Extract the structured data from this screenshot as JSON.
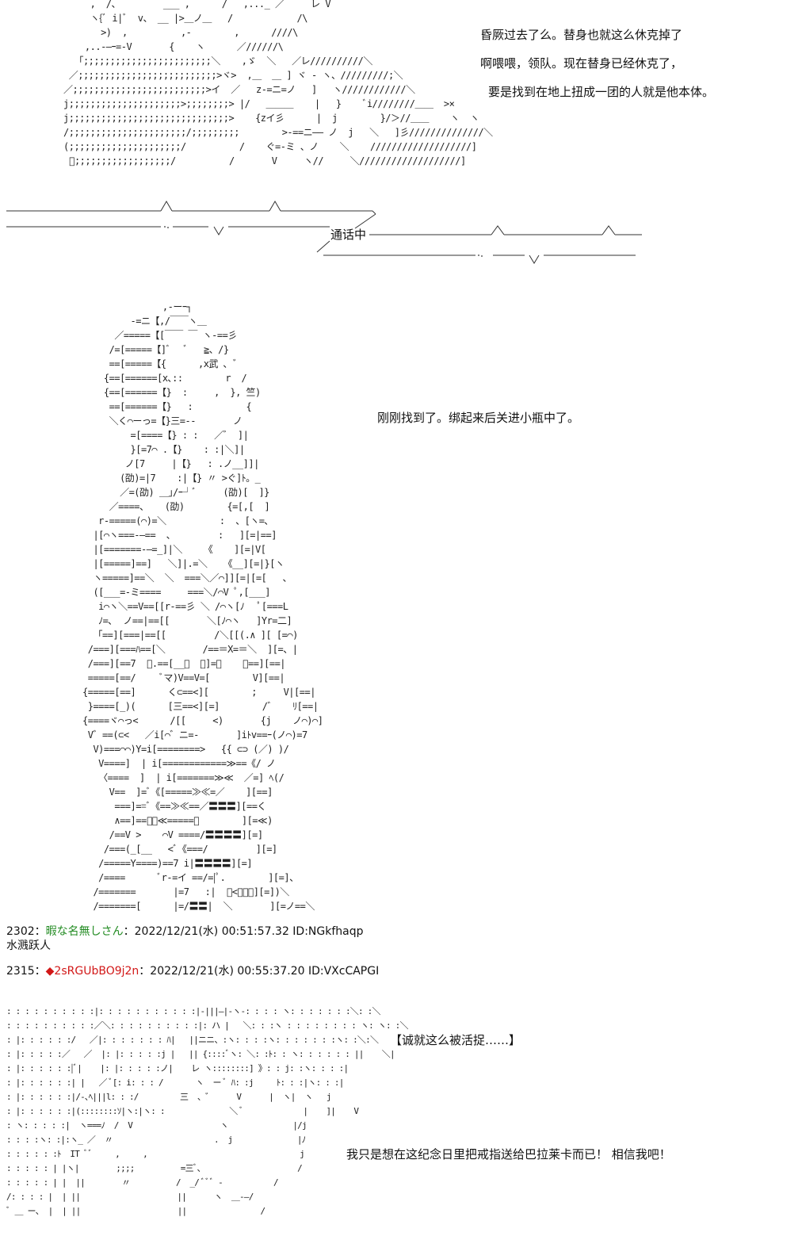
{
  "panel1": {
    "ascii_art_lines": [
      "     ,  /、        ___ ,      /   ,..._ ／     レ V",
      "     ヽ{ﾞ i|ﾞ  v、 __ |>＿ノ＿   /            /\\",
      "       >)  ,          ,-        ,      ////\\",
      "    ,..-―ｰ=-V       {    ヽ      ／//////\\",
      "  「;;;;;;;;;;;;;;;;;;;;;;;;＼    ,ゞ  ＼   ／レ//////////＼",
      " ／;;;;;;;;;;;;;;;;;;;;;;;;;;>ヾ>  ,＿  ＿ ] ヾ ‐ ヽ、/////////;＼",
      "／;;;;;;;;;;;;;;;;;;;;;;;;;>イ  ／   z-=ニ=ノ   ]   ヽ////////////＼",
      "j;;;;;;;;;;;;;;;;;;;;;>;;;;;;;;> |/   ＿＿＿    |   }    ﾞi////////＿＿  >×",
      "j;;;;;;;;;;;;;;;;;;;;;;;;;;;;;;>    {zイ彡      |  j        }/＞//＿＿    ヽ  ヽ",
      "/;;;;;;;;;;;;;;;;;;;;;;/;;;;;;;;;        >-==ニ―― ノ  j   ＼   ]彡//////////////＼",
      "(;;;;;;;;;;;;;;;;;;;;;/          /    ぐ=-ミ 、ノ    ＼    ///////////////////]",
      " ﾞ;;;;;;;;;;;;;;;;;;/          /       V     ヽ//     ＼///////////////////]"
    ],
    "dialog_lines": [
      "昏厥过去了么。替身也就这么休克掉了",
      "啊喂喂，领队。现在替身已经休克了，",
      "要是找到在地上扭成一团的人就是他本体。"
    ]
  },
  "phone_call": {
    "label": "通话中"
  },
  "panel2": {
    "ascii_art_lines": [
      "               ,‐ーｰ┐",
      "         -=ニ【,/￣￣ヽ＿",
      "      ／=====【[￣￣ ￣ ヽ-==彡",
      "     /=[=====【]ﾞ   ﾞ   ≧、/}",
      "     ==[=====【{      ,x武 ､ ゛",
      "    {==[======[x､::        r  /",
      "    {==[======【}  :     ,  }, 竺)",
      "     ==[======【}   :          {",
      "     ＼く⌒ーっ=【}三=--       ノ",
      "         =[====【} : :   ／゛ ]|",
      "         }[=7⌒ .【}    : :|＼]|",
      "        ノ[7     |【}   : .ノ__]]|",
      "       (劭)=|7    :|【} 〃 >ぐ]ﾄ。_",
      "       ／=(劭) ＿｣/ｰ┘ﾞ     (劭)[  ]}",
      "     ／====、   (劭)        {=[,[  ]",
      "   r-=====(⌒)=＼          :  、[ヽ=､",
      "  |[⌒ヽ===-―==  、        :   ][=|==]",
      "  |[=======‐―=_]|＼    《    ][=|V[",
      "  |[=====]==]   ＼]|.=＼   《__][=|}[ヽ",
      "  ヽ=====]==＼  ＼  ===＼／⌒]][=|[=[   、",
      "  ([___=-ミ====     ===＼/⌒V ﾟ,[___]",
      "   i⌒ヽ＼==V==[[r-==彡 ＼ /⌒ヽ[ﾉ   ﾟ[===L",
      "   ﾉ=､  ノ==|==[[       ＼[ﾉ⌒ヽ   ]Yr=二]",
      "  「==][===|==[[         /＼[[(.∧ ][ [=⌒)",
      " /===][===ﾊ==[＼       /==＝X=＝＼  ][=、|",
      " /===][==7  ﾟ.==[__＼  ／]=／    ＼==][==|",
      " =====[==/     ﾞマ)V==V=[        V][==|",
      "{=====[==]      く⊂==<][        ;     V|[==|",
      " }====[_)(      [三==<][=]        /゛   ﾘ[==|",
      "{====ヾ⌒っ<      /[[     <)       {j    ノ⌒)⌒]",
      " V゛==(⊂<   ／i[⌒゛ニ=-       ]iﾄv==ｰ(ノ⌒)=7",
      "  V)===⌒⌒)Y=i[========>   {{ ⊂⊃ (／) )/",
      "   V====]  | i[============≫==《/ ノ",
      "   〈====  ]  | i[=======≫≪  ／=] ﾍ(/",
      "     V==  ]=ﾞ《[=====≫≪=／    ][==]",
      "      ===]==ﾞ《==≫≪==／〓〓〓][==く",
      "      ∧==]==ﾞ《≪=====／        ][=≪)",
      "     /==V >    ⌒V ====/〓〓〓〓][=]",
      "    /===(_[__   <ﾞ《===/         ][=]",
      "   /=====Y====)==7 i|〓〓〓〓][=]",
      "   /====      ﾞr-=イ ==/=|ﾟ.        ][=]、",
      "  /=======       |=7   :|  ﾞ<〓〓〓][=])＼",
      "  /=======[      |=/〓〓|  ＼       ][=ノ==＼"
    ],
    "dialog_lines": [
      "刚刚找到了。绑起来后关进小瓶中了。"
    ]
  },
  "posts": [
    {
      "number": "2302",
      "separator": "：",
      "name": "暇な名無しさん",
      "meta": "：2022/12/21(水) 00:51:57.32 ID:NGkfhaqp",
      "body": "水溅跃人"
    },
    {
      "number": "2315",
      "separator": "：",
      "trip_mark": "◆",
      "name": "2sRGUbBO9j2n",
      "meta": "：2022/12/21(水) 00:55:37.20 ID:VXcCAPGI"
    }
  ],
  "panel3": {
    "ascii_art_lines": [
      ": : : : : : : : : :|: : : : : : : : : : :|-|||―|-ヽ-: : : : ヽ: : : : : : :＼: :＼",
      ": : : : : : : : : :／＼: : : : : : : : : :|: ハ |   ＼: : :ヽ : : : : : : : : ヽ: ヽ: :＼",
      ": |: : : : : :/   ／|: : : : : : : ﾊ|   ||ニニ、:ヽ: : : :ヽ: : : : : : :ヽ: :＼:＼",
      ": |: : : : :／   ／  |: |: : : : :j |   || {::::ﾞヽ: ＼: :ﾄ: : ヽ: : : : : : ||    ＼|",
      ": |: : : : : :|ﾞ|    |: |: : : : :ノ|    レ ヽ::::::::] 》: : j: :ヽ: : : :|",
      ": |: : : : : :| |   ／ ﾞ[: i: : : /       ヽ  ー ﾞ ﾊ: :j     ﾄ: : :|ヽ: : :|",
      ": |: : : : : :|/‐､ﾍ|||l: : :/         三  、゛     V      |  ヽ|  ヽ   j",
      ": |: : : : : :|(::::::::ｿ|ヽ:|ヽ: :              ＼ ﾞ             |    ]|    V",
      ": ヽ: : : : :|  ヽ===ﾉ  /  V                   ヽ              |/j",
      ": : : :ヽ: :|:ヽ_ ／  〃                      .  j              |ﾉ",
      ": : : : : :ﾄ  IT ﾞﾞ     ,     ,                                 j",
      ": : : : : | |ヽ|        ;;;;          =三ﾞ、                    /",
      ": : : : : | |  ||        〃          /  _/ ﾞﾞﾞ ‐           /",
      "/: : : : |  | ||                     ||      ヽ  ＿‐―/",
      "ﾞ ＿ ー、 |  | ||                     ||                /"
    ],
    "caption": "【诚就这么被活捉……】",
    "dialog_lines": [
      "我只是想在这纪念日里把戒指送给巴拉莱卡而已！  相信我吧！"
    ]
  }
}
